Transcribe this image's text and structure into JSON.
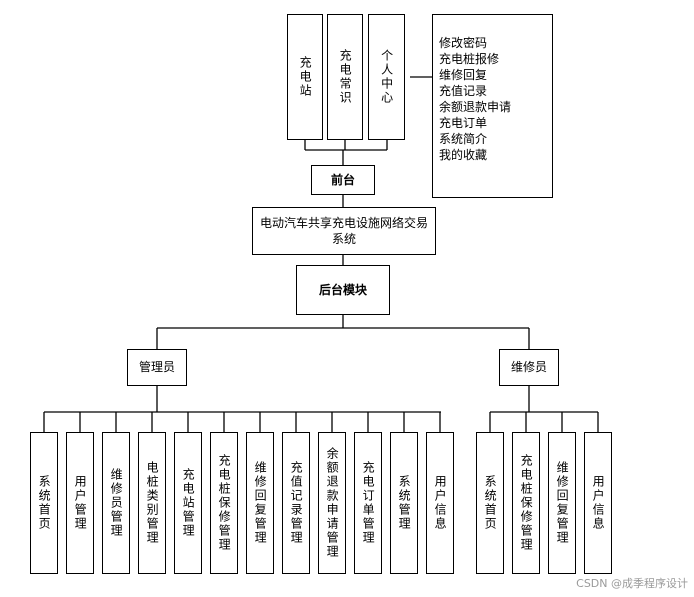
{
  "frontend": {
    "modules": [
      "充电站",
      "充电常识",
      "个人中心"
    ],
    "personal_center_items": [
      "修改密码",
      "充电桩报修",
      "维修回复",
      "充值记录",
      "余额退款申请",
      "充电订单",
      "系统简介",
      "我的收藏"
    ],
    "label": "前台"
  },
  "system": {
    "name": "电动汽车共享充电设施网络交易系统"
  },
  "backend": {
    "label": "后台模块",
    "admin": {
      "label": "管理员",
      "items": [
        "系统首页",
        "用户管理",
        "维修员管理",
        "电桩类别管理",
        "充电站管理",
        "充电桩保修管理",
        "维修回复管理",
        "充值记录管理",
        "余额退款申请管理",
        "充电订单管理",
        "系统管理",
        "用户信息"
      ]
    },
    "repairer": {
      "label": "维修员",
      "items": [
        "系统首页",
        "充电桩保修管理",
        "维修回复管理",
        "用户信息"
      ]
    }
  },
  "watermark": "CSDN @成季程序设计"
}
